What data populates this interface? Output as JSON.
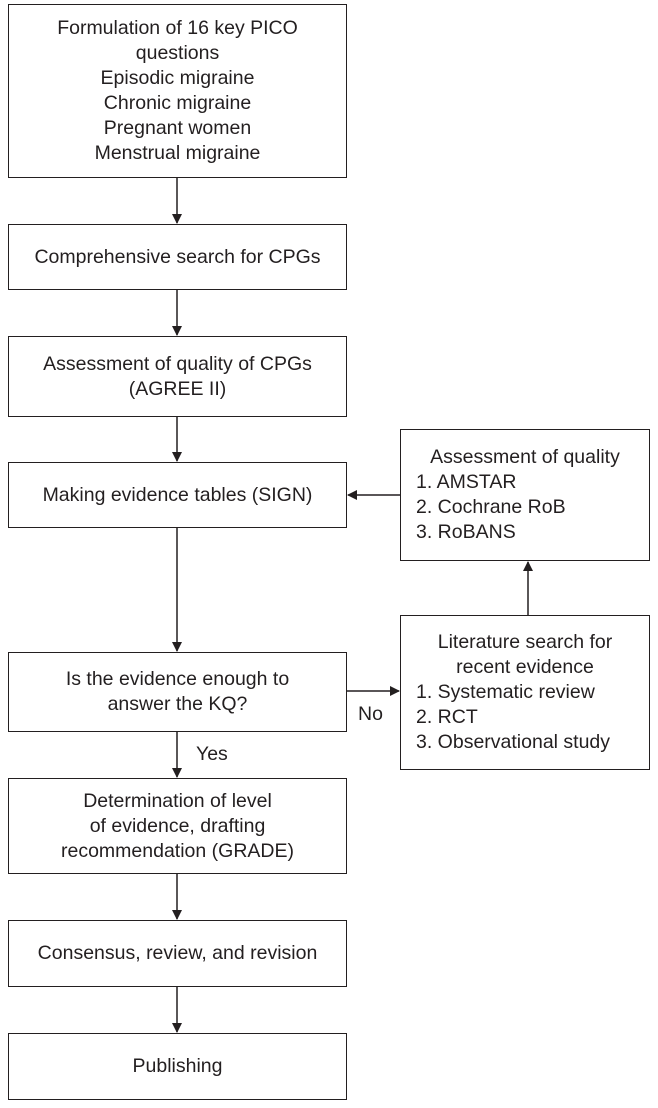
{
  "main_flow": {
    "formulation": {
      "lines": [
        "Formulation of 16 key PICO",
        "questions",
        "Episodic migraine",
        "Chronic migraine",
        "Pregnant women",
        "Menstrual migraine"
      ]
    },
    "search_cpgs": {
      "lines": [
        "Comprehensive search for CPGs"
      ]
    },
    "assessment_cpgs": {
      "lines": [
        "Assessment of quality of CPGs",
        "(AGREE II)"
      ]
    },
    "evidence_tables": {
      "lines": [
        "Making evidence tables (SIGN)"
      ]
    },
    "evidence_enough": {
      "lines": [
        "Is the evidence enough to",
        "answer the KQ?"
      ]
    },
    "determination": {
      "lines": [
        "Determination of level",
        "of evidence, drafting",
        "recommendation (GRADE)"
      ]
    },
    "consensus": {
      "lines": [
        "Consensus, review, and revision"
      ]
    },
    "publishing": {
      "lines": [
        "Publishing"
      ]
    }
  },
  "side_flow": {
    "assessment_quality": {
      "lines": [
        "Assessment of quality",
        "1. AMSTAR",
        "2. Cochrane RoB",
        "3. RoBANS"
      ]
    },
    "literature_search": {
      "lines": [
        "Literature search for",
        "recent evidence",
        "1. Systematic review",
        "2. RCT",
        "3. Observational study"
      ]
    }
  },
  "edge_labels": {
    "yes": "Yes",
    "no": "No"
  }
}
